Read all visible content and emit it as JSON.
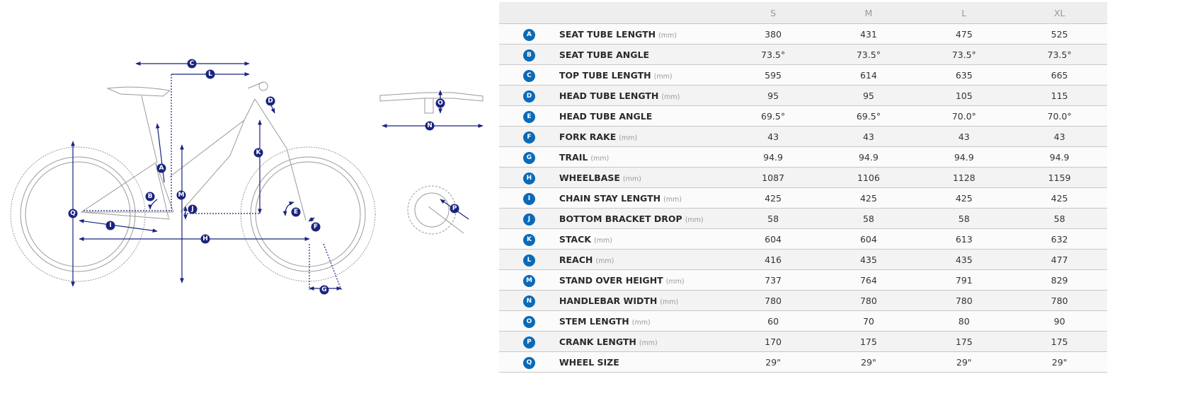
{
  "table": {
    "sizes": [
      "S",
      "M",
      "L",
      "XL"
    ],
    "rows": [
      {
        "letter": "A",
        "label": "SEAT TUBE LENGTH",
        "unit": "(mm)",
        "values": [
          "380",
          "431",
          "475",
          "525"
        ]
      },
      {
        "letter": "B",
        "label": "SEAT TUBE ANGLE",
        "unit": "",
        "values": [
          "73.5°",
          "73.5°",
          "73.5°",
          "73.5°"
        ]
      },
      {
        "letter": "C",
        "label": "TOP TUBE LENGTH",
        "unit": "(mm)",
        "values": [
          "595",
          "614",
          "635",
          "665"
        ]
      },
      {
        "letter": "D",
        "label": "HEAD TUBE LENGTH",
        "unit": "(mm)",
        "values": [
          "95",
          "95",
          "105",
          "115"
        ]
      },
      {
        "letter": "E",
        "label": "HEAD TUBE ANGLE",
        "unit": "",
        "values": [
          "69.5°",
          "69.5°",
          "70.0°",
          "70.0°"
        ]
      },
      {
        "letter": "F",
        "label": "FORK RAKE",
        "unit": "(mm)",
        "values": [
          "43",
          "43",
          "43",
          "43"
        ]
      },
      {
        "letter": "G",
        "label": "TRAIL",
        "unit": "(mm)",
        "values": [
          "94.9",
          "94.9",
          "94.9",
          "94.9"
        ]
      },
      {
        "letter": "H",
        "label": "WHEELBASE",
        "unit": "(mm)",
        "values": [
          "1087",
          "1106",
          "1128",
          "1159"
        ]
      },
      {
        "letter": "I",
        "label": "CHAIN STAY LENGTH",
        "unit": "(mm)",
        "values": [
          "425",
          "425",
          "425",
          "425"
        ]
      },
      {
        "letter": "J",
        "label": "BOTTOM BRACKET DROP",
        "unit": "(mm)",
        "values": [
          "58",
          "58",
          "58",
          "58"
        ]
      },
      {
        "letter": "K",
        "label": "STACK",
        "unit": "(mm)",
        "values": [
          "604",
          "604",
          "613",
          "632"
        ]
      },
      {
        "letter": "L",
        "label": "REACH",
        "unit": "(mm)",
        "values": [
          "416",
          "435",
          "435",
          "477"
        ]
      },
      {
        "letter": "M",
        "label": "STAND OVER HEIGHT",
        "unit": "(mm)",
        "values": [
          "737",
          "764",
          "791",
          "829"
        ]
      },
      {
        "letter": "N",
        "label": "HANDLEBAR WIDTH",
        "unit": "(mm)",
        "values": [
          "780",
          "780",
          "780",
          "780"
        ]
      },
      {
        "letter": "O",
        "label": "STEM LENGTH",
        "unit": "(mm)",
        "values": [
          "60",
          "70",
          "80",
          "90"
        ]
      },
      {
        "letter": "P",
        "label": "CRANK LENGTH",
        "unit": "(mm)",
        "values": [
          "170",
          "175",
          "175",
          "175"
        ]
      },
      {
        "letter": "Q",
        "label": "WHEEL SIZE",
        "unit": "",
        "values": [
          "29\"",
          "29\"",
          "29\"",
          "29\""
        ]
      }
    ]
  },
  "colors": {
    "badge": "#0a6ab8",
    "dimension": "#1a237e",
    "frame": "#9a9a9a"
  }
}
